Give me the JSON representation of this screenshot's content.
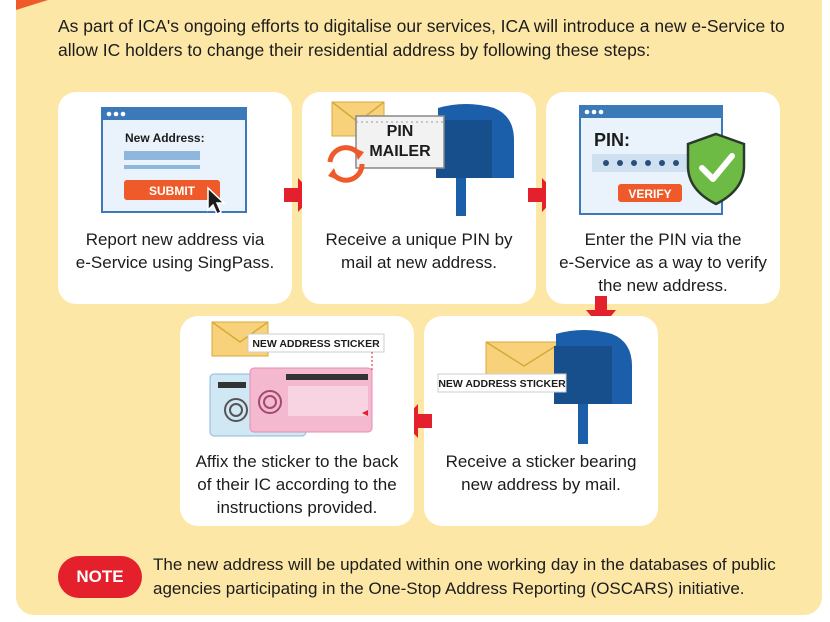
{
  "intro": "As part of ICA's ongoing efforts to digitalise our services, ICA will introduce a new e-Service to allow IC holders to change their residential address by following these steps:",
  "steps": [
    {
      "caption_lines": [
        "Report new address via",
        "e-Service using SingPass."
      ],
      "form_label": "New Address:",
      "button": "SUBMIT"
    },
    {
      "caption_lines": [
        "Receive a unique PIN by",
        "mail at new address."
      ],
      "mailer_line1": "PIN",
      "mailer_line2": "MAILER"
    },
    {
      "caption_lines": [
        "Enter the PIN via the",
        "e-Service as a way to verify",
        "the new address."
      ],
      "pin_label": "PIN:",
      "button": "VERIFY"
    },
    {
      "caption_lines": [
        "Receive a sticker bearing",
        "new address by mail."
      ],
      "sticker": "NEW ADDRESS STICKER"
    },
    {
      "caption_lines": [
        "Affix the sticker to the back",
        "of their IC according to the",
        "instructions provided."
      ],
      "sticker": "NEW ADDRESS STICKER"
    }
  ],
  "note": {
    "badge": "NOTE",
    "lines": [
      "The new address will be updated within one working day in the databases of public",
      "agencies participating in the One-Stop Address Reporting (OSCARS) initiative."
    ]
  },
  "colors": {
    "background": "#fde7a7",
    "accent_red": "#e3202b",
    "mailbox_blue": "#1b5faa",
    "orange": "#ef5a2a",
    "shield_green": "#6dbb45"
  }
}
